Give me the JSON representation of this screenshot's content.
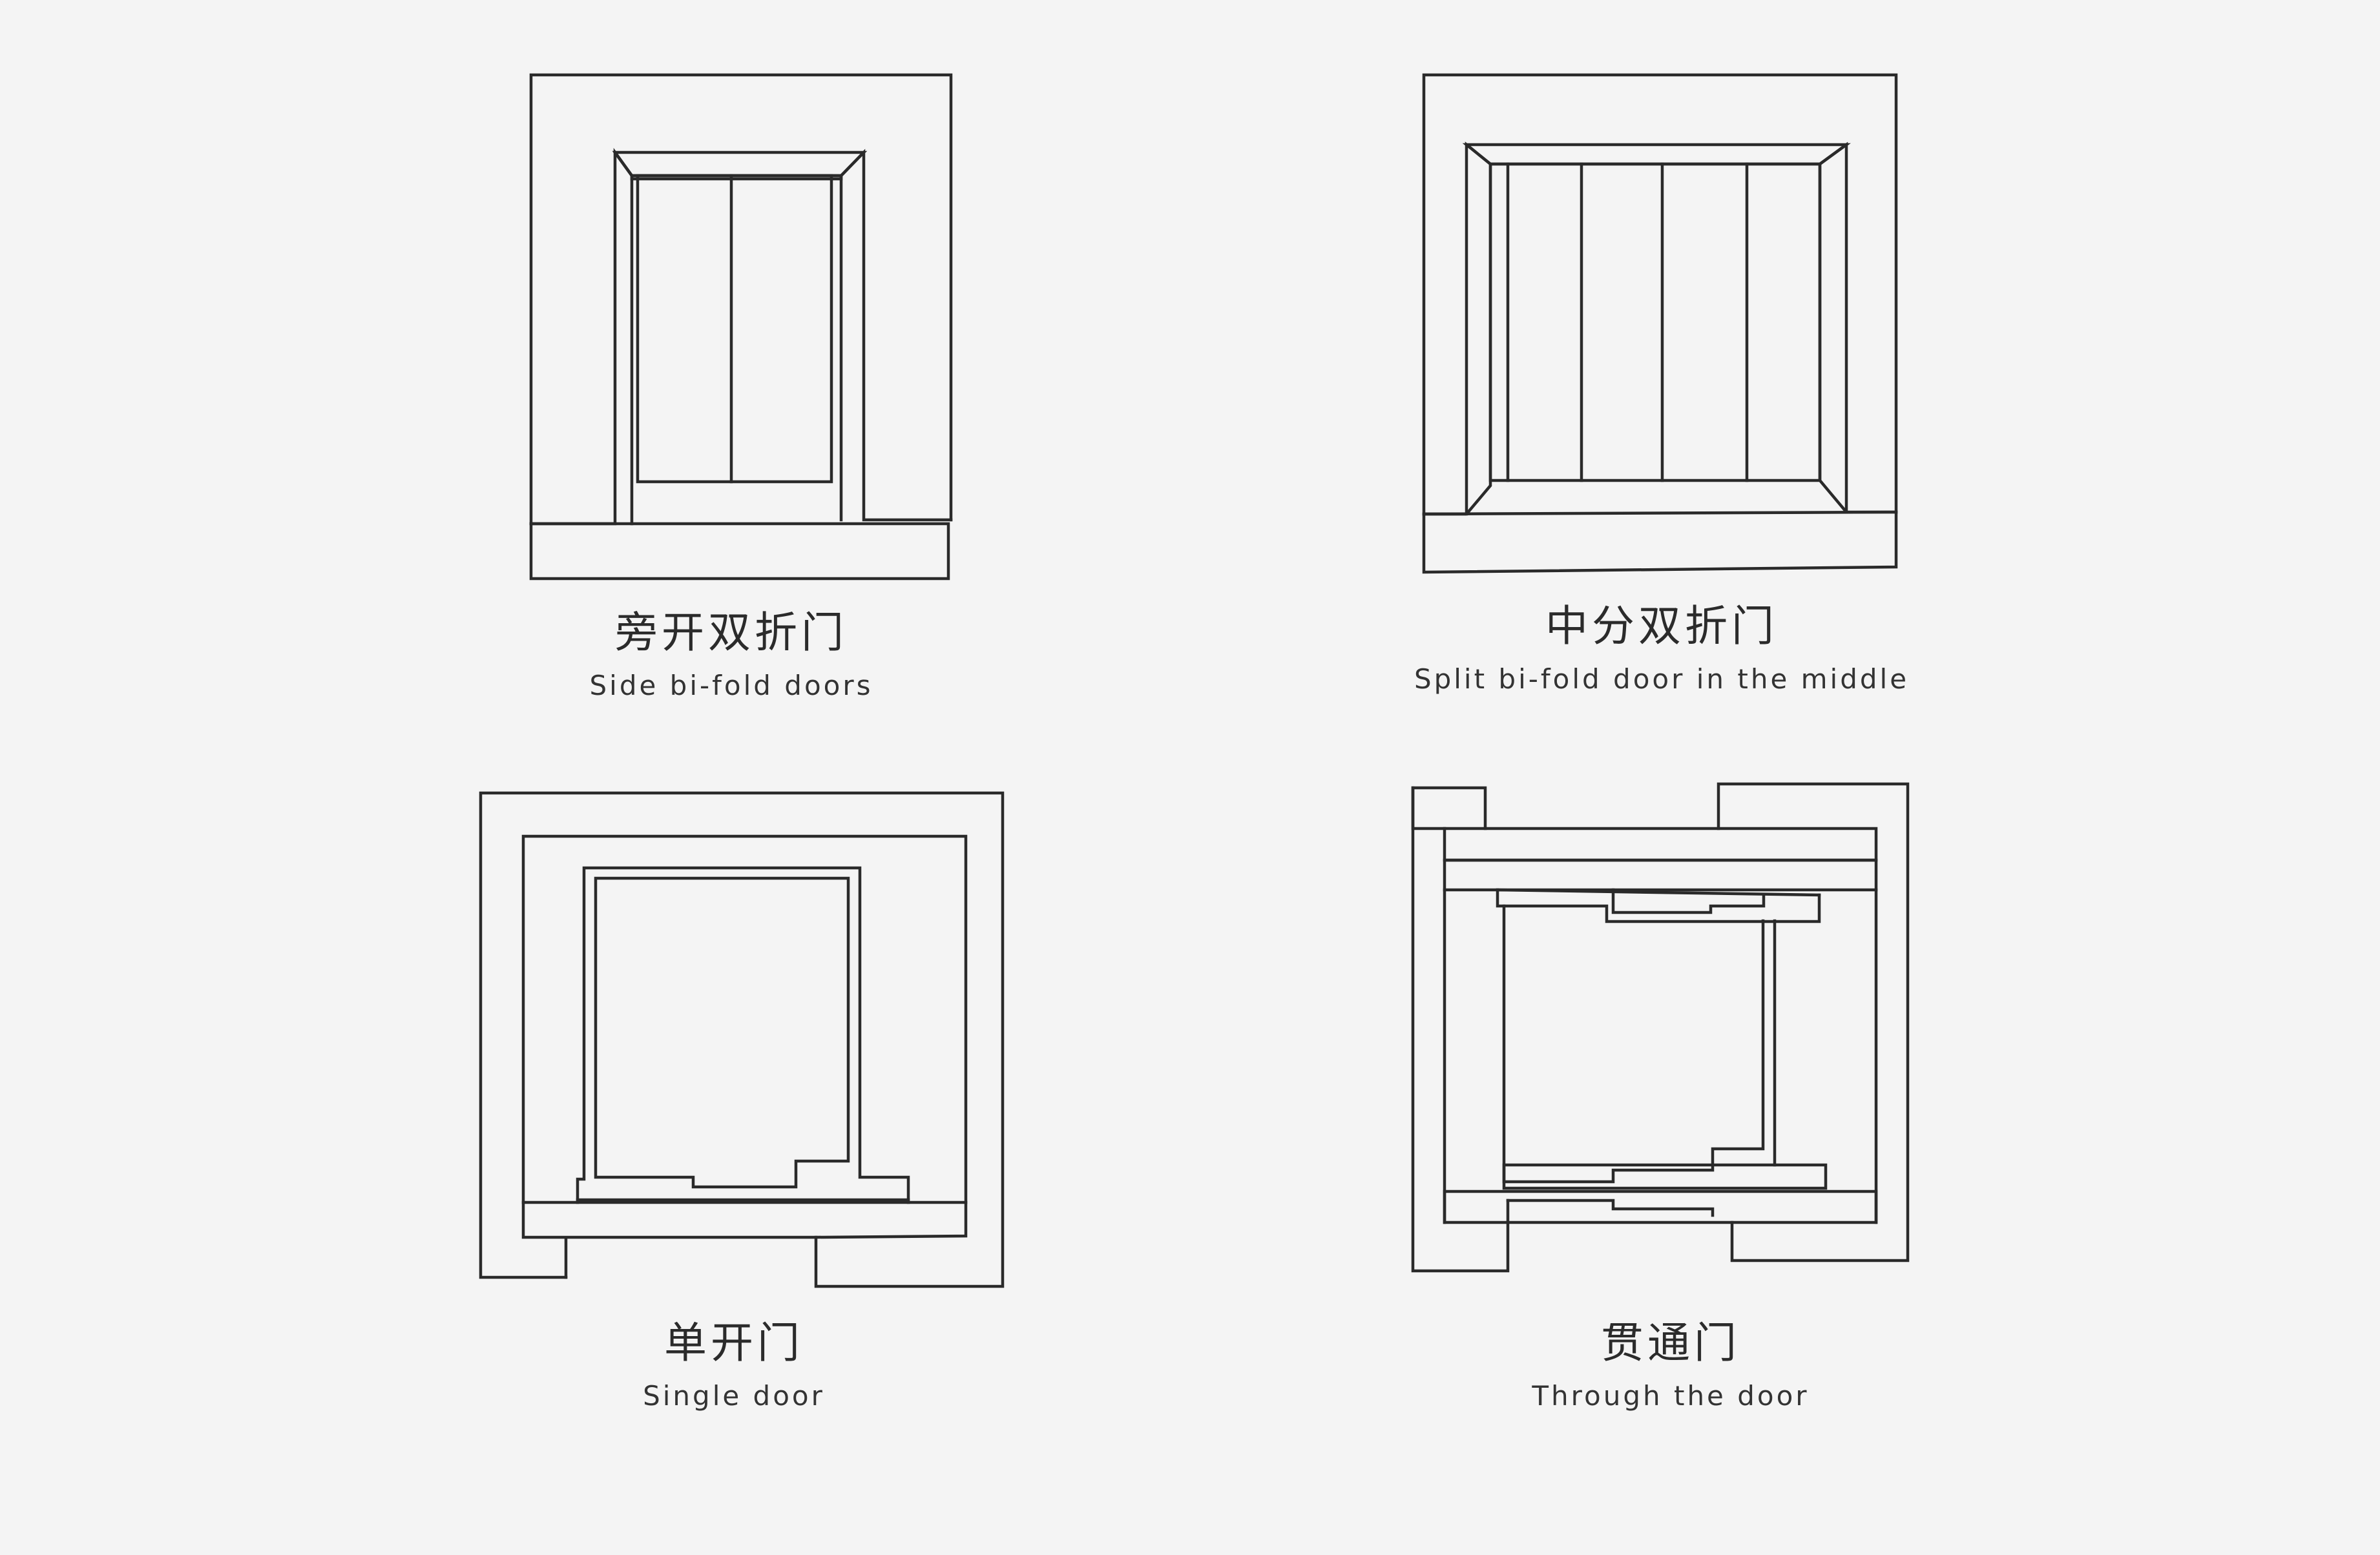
{
  "background_color": "#f4f4f4",
  "line_color": "#2a2a2a",
  "panels": [
    {
      "zh": "旁开双折门",
      "en": "Side bi-fold doors"
    },
    {
      "zh": "中分双折门",
      "en": "Split bi-fold door in the middle"
    },
    {
      "zh": "单开门",
      "en": "Single door"
    },
    {
      "zh": "贯通门",
      "en": "Through the door"
    }
  ]
}
